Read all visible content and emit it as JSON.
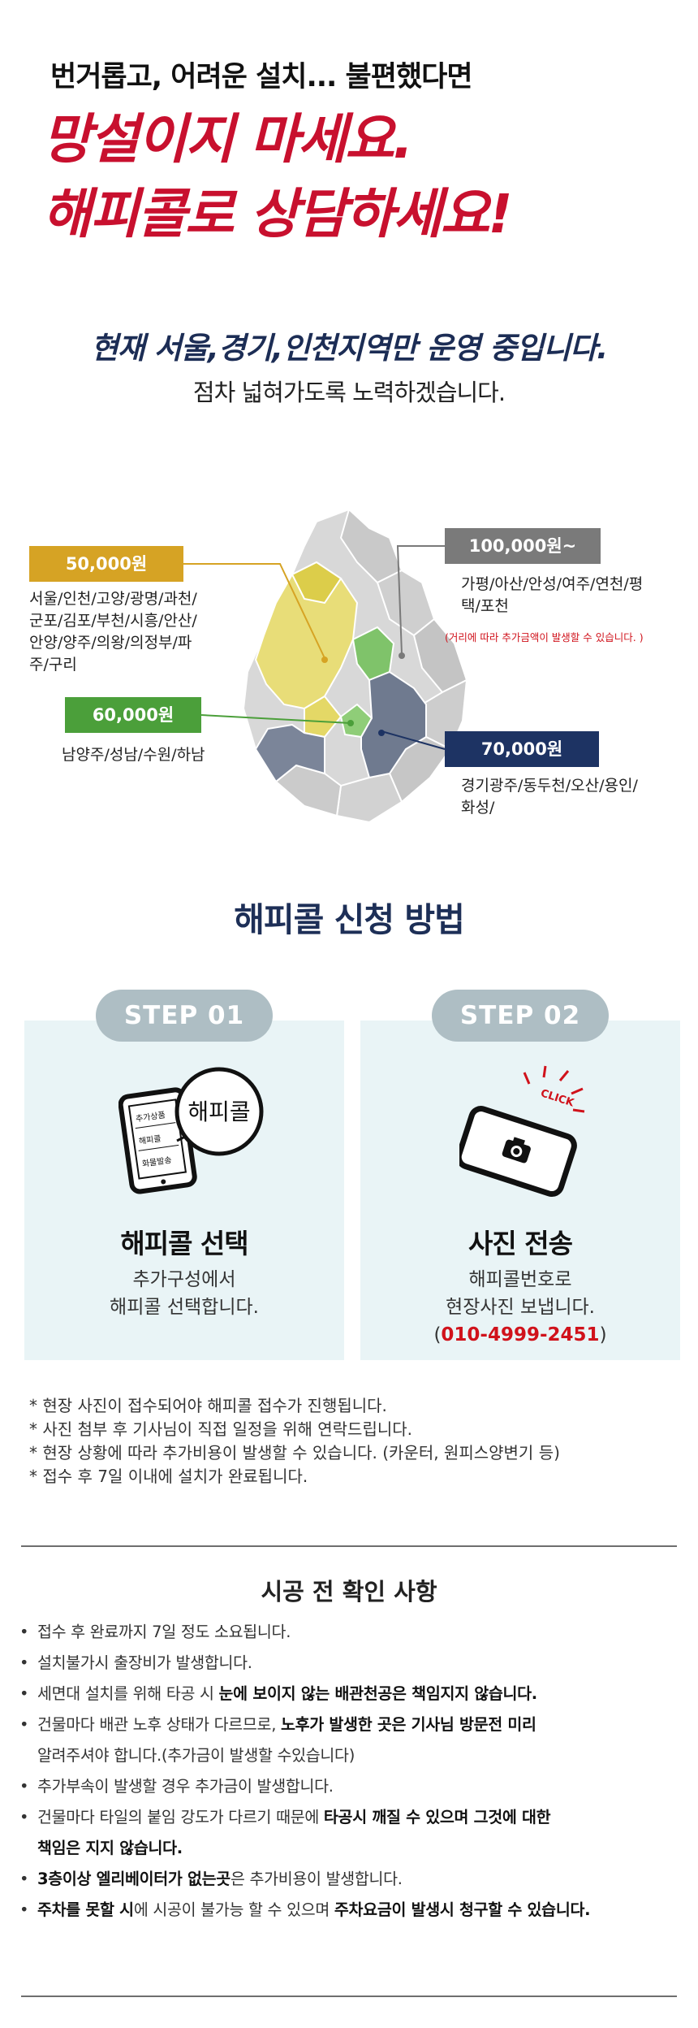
{
  "hero": {
    "line1": "번거롭고, 어려운 설치... 불편했다면",
    "line2": "망설이지 마세요.",
    "line3": "해피콜로 상담하세요!"
  },
  "operation": {
    "title": "현재 서울,경기,인천지역만 운영 중입니다.",
    "subtitle": "점차 넓혀가도록 노력하겠습니다."
  },
  "map": {
    "zones": [
      {
        "price": "50,000원",
        "color": "#d6a324",
        "regions": "서울/인천/고양/광명/과천/군포/김포/부천/시흥/안산/안양/양주/의왕/의정부/파주/구리"
      },
      {
        "price": "60,000원",
        "color": "#4b9f3a",
        "regions": "남양주/성남/수원/하남"
      },
      {
        "price": "100,000원~",
        "color": "#7a7a7a",
        "regions": "가평/아산/안성/여주/연천/평택/포천",
        "note": "(거리에 따라 추가금액이 발생할 수 있습니다. )"
      },
      {
        "price": "70,000원",
        "color": "#1d3363",
        "regions": "경기광주/동두천/오산/용인/화성/"
      }
    ]
  },
  "apply": {
    "title": "해피콜 신청 방법",
    "steps": [
      {
        "badge": "STEP 01",
        "name": "해피콜 선택",
        "desc1": "추가구성에서",
        "desc2": "해피콜 선택합니다.",
        "phone_menu": [
          "추가상품",
          "해피콜",
          "화물발송"
        ],
        "bubble": "해피콜"
      },
      {
        "badge": "STEP 02",
        "name": "사진 전송",
        "desc1": "해피콜번호로",
        "desc2": "현장사진 보냅니다.",
        "phone_number": "010-4999-2451",
        "click_label": "CLICK"
      }
    ]
  },
  "notes": [
    "* 현장 사진이 접수되어야 해피콜 접수가 진행됩니다.",
    "* 사진 첨부 후 기사님이 직접 일정을 위해 연락드립니다.",
    "* 현장 상황에 따라 추가비용이 발생할 수 있습니다. (카운터, 원피스양변기 등)",
    "* 접수 후 7일 이내에 설치가 완료됩니다."
  ],
  "check": {
    "title": "시공 전 확인 사항",
    "item1": "접수 후 완료까지 7일 정도 소요됩니다.",
    "item2": "설치불가시  출장비가 발생합니다.",
    "item3a": "세면대 설치를 위해 타공 시 ",
    "item3b": "눈에 보이지 않는 배관천공은 책임지지 않습니다.",
    "item4a": "건물마다 배관 노후 상태가 다르므로, ",
    "item4b": "노후가 발생한 곳은 기사님 방문전 미리",
    "item4c": "알려주셔야 합니다.(추가금이 발생할 수있습니다)",
    "item5": "추가부속이 발생할 경우 추가금이 발생합니다.",
    "item6a": "건물마다 타일의 붙임 강도가 다르기 때문에 ",
    "item6b": "타공시 깨질 수 있으며 그것에 대한",
    "item6c": "책임은 지지 않습니다.",
    "item7a": "3층이상 엘리베이터가 없는곳",
    "item7b": "은 추가비용이 발생합니다.",
    "item8a": "주차를 못할 시",
    "item8b": "에 시공이 불가능 할 수 있으며 ",
    "item8c": "주차요금이 발생시 청구할 수 있습니다."
  }
}
